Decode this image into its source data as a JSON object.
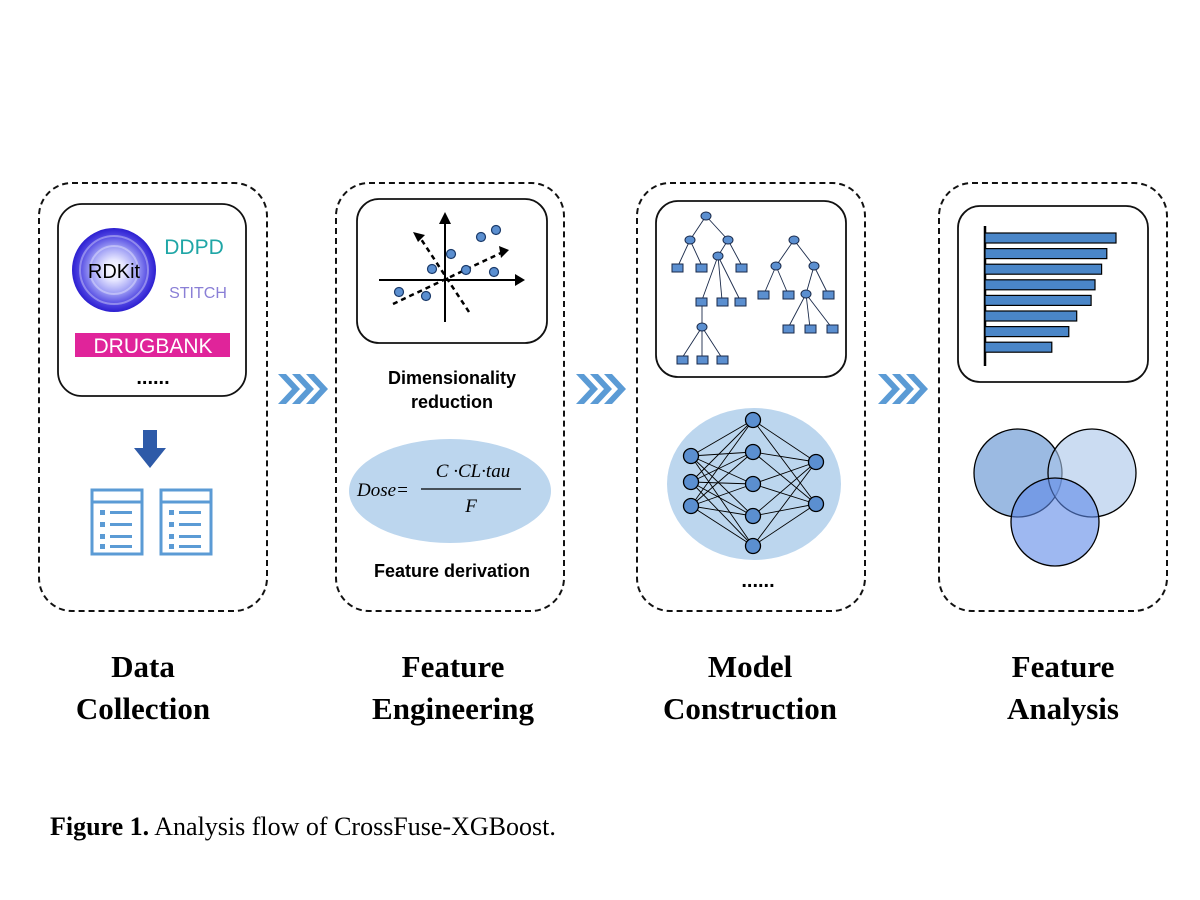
{
  "stages": [
    {
      "line1": "Data",
      "line2": "Collection"
    },
    {
      "line1": "Feature",
      "line2": "Engineering"
    },
    {
      "line1": "Model",
      "line2": "Construction"
    },
    {
      "line1": "Feature",
      "line2": "Analysis"
    }
  ],
  "data_collection": {
    "sources": {
      "rdkit": "RDKit",
      "ddpd": "DDPD",
      "stitch": "STITCH",
      "drugbank": "DRUGBANK",
      "more": "......"
    }
  },
  "feature_engineering": {
    "dim_reduction_line1": "Dimensionality",
    "dim_reduction_line2": "reduction",
    "formula": {
      "lhs": "Dose=",
      "numerator": "C ·CL·tau",
      "denominator": "F"
    },
    "feature_derivation": "Feature derivation"
  },
  "model_construction": {
    "more": "......"
  },
  "feature_analysis": {
    "importance_bars": [
      1.0,
      0.93,
      0.89,
      0.84,
      0.81,
      0.7,
      0.64,
      0.51
    ]
  },
  "caption": {
    "label": "Figure 1.",
    "text": " Analysis flow of CrossFuse-XGBoost."
  },
  "colors": {
    "arrow": "#5b9bd5",
    "bar_fill": "#4a86c8",
    "ddpd": "#1fa6a6",
    "stitch": "#8a7fd6",
    "drugbank_bg": "#e0249a",
    "node_fill": "#5b8fd0",
    "ellipse_fill": "#bcd6ee"
  }
}
